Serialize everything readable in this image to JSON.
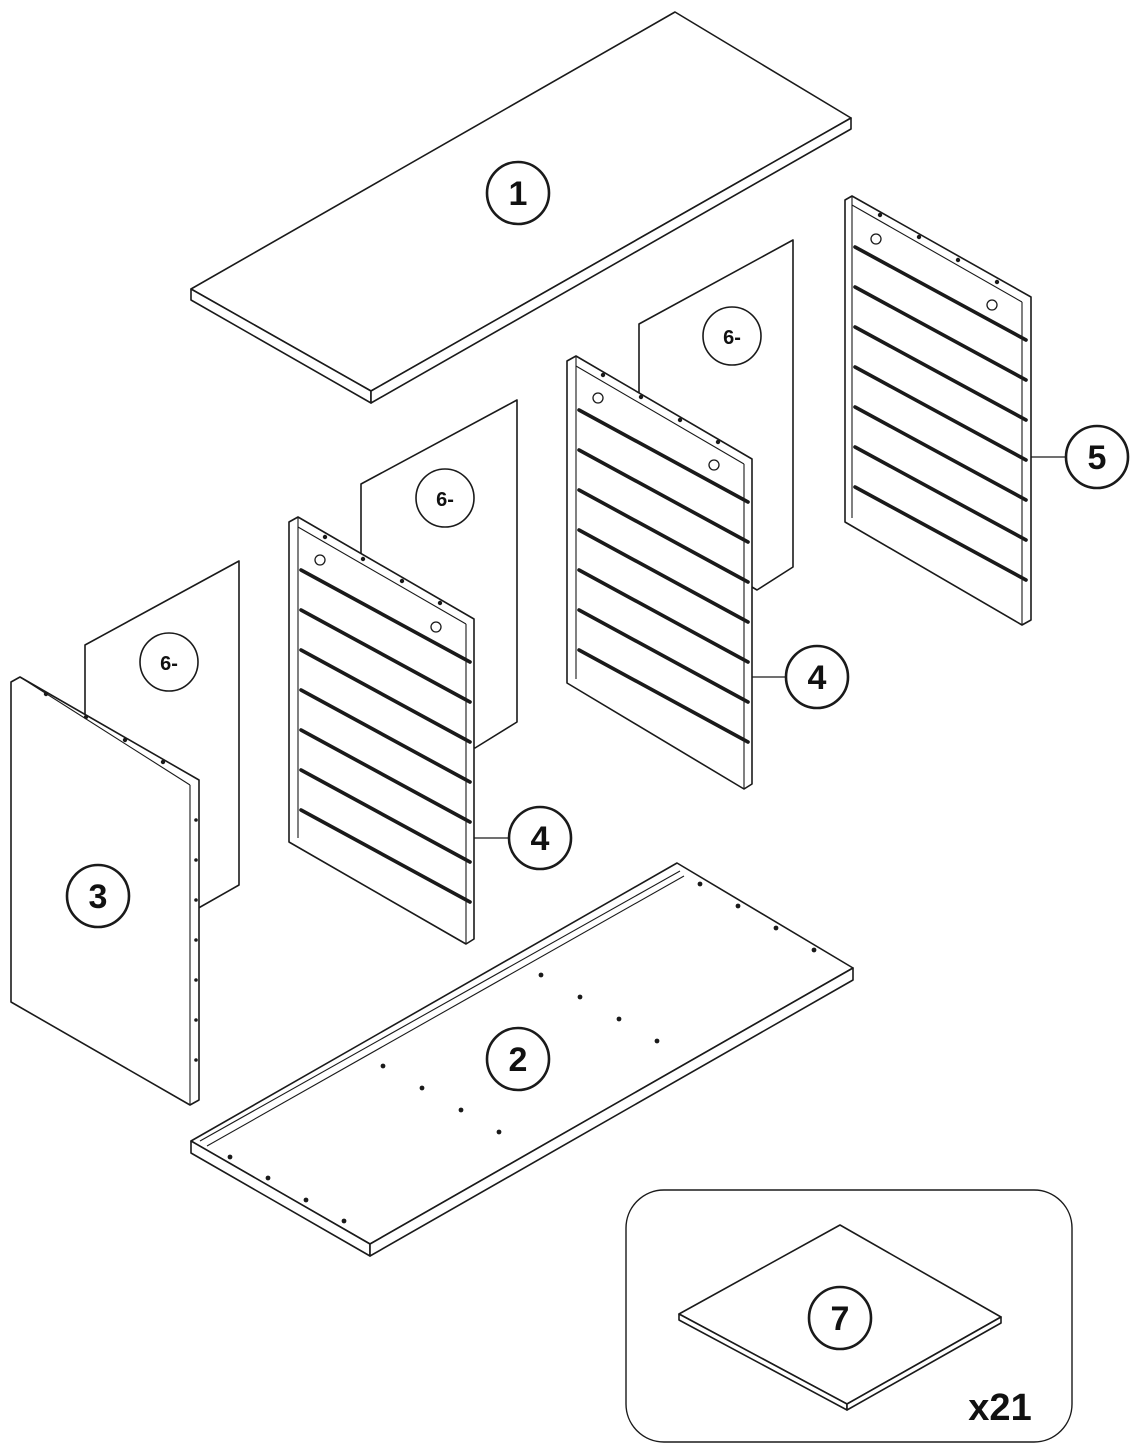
{
  "labels": {
    "part1": "1",
    "part2": "2",
    "part3": "3",
    "part4a": "4",
    "part4b": "4",
    "part5": "5",
    "part6a": "6-",
    "part6b": "6-",
    "part6c": "6-",
    "part7": "7"
  },
  "inset": {
    "quantity": "x21"
  }
}
